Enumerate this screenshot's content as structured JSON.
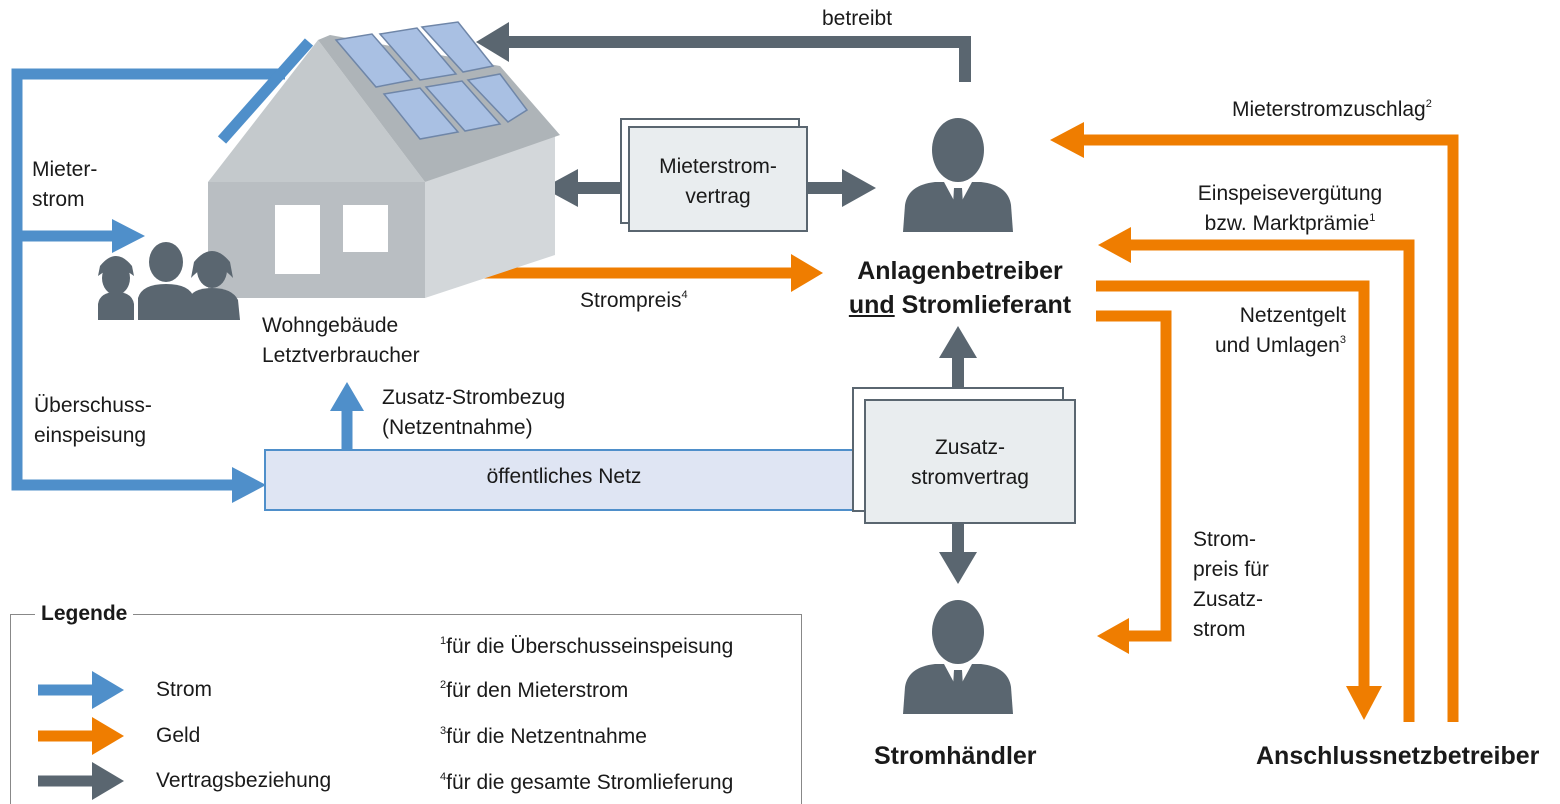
{
  "labels": {
    "betreibt": "betreibt",
    "mieterstrom": [
      "Mieter-",
      "strom"
    ],
    "wohngebaeude": [
      "Wohngebäude",
      "Letztverbraucher"
    ],
    "ueberschuss": [
      "Überschuss-",
      "einspeisung"
    ],
    "zusatzbezug": [
      "Zusatz-Strombezug",
      "(Netzentnahme)"
    ],
    "strompreis": "Strompreis",
    "strompreis_sup": "4",
    "anlagenbetreiber_line1": "Anlagenbetreiber",
    "anlagenbetreiber_und": "und",
    "anlagenbetreiber_line2_rest": "Stromlieferant",
    "mieterstromzuschlag": "Mieterstromzuschlag",
    "mieterstromzuschlag_sup": "2",
    "einspeiseverguetung": "Einspeisevergütung",
    "marktpraemie": "bzw. Marktprämie",
    "marktpraemie_sup": "1",
    "netzentgelt": "Netzentgelt",
    "umlagen": "und Umlagen",
    "umlagen_sup": "3",
    "strompreis_zusatz": [
      "Strom-",
      "preis für",
      "Zusatz-",
      "strom"
    ],
    "stromhaendler": "Stromhändler",
    "anschlussnetzbetreiber": "Anschlussnetzbetreiber"
  },
  "boxes": {
    "mieterstromvertrag": [
      "Mieterstrom-",
      "vertrag"
    ],
    "zusatzstromvertrag": [
      "Zusatz-",
      "stromvertrag"
    ],
    "oeffentliches_netz": "öffentliches Netz"
  },
  "legend": {
    "title": "Legende",
    "items": [
      {
        "label": "Strom",
        "color": "#4f8fca"
      },
      {
        "label": "Geld",
        "color": "#ef7d00"
      },
      {
        "label": "Vertragsbeziehung",
        "color": "#5a6670"
      }
    ],
    "notes": [
      {
        "num": "1",
        "text": "für die Überschusseinspeisung"
      },
      {
        "num": "2",
        "text": "für den Mieterstrom"
      },
      {
        "num": "3",
        "text": "für die Netzentnahme"
      },
      {
        "num": "4",
        "text": "für die gesamte Stromlieferung"
      }
    ]
  },
  "colors": {
    "strom": "#4f8fca",
    "geld": "#ef7d00",
    "vertrag": "#5a6670",
    "person": "#5a6670",
    "house_roof": "#b3b8bc",
    "house_wall": "#b9bec2",
    "house_side": "#d3d7da",
    "panel": "#a9c0e3"
  },
  "icons": {
    "house": "house-icon",
    "residents": "residents-icon",
    "operator": "person-icon",
    "trader": "person-icon"
  }
}
